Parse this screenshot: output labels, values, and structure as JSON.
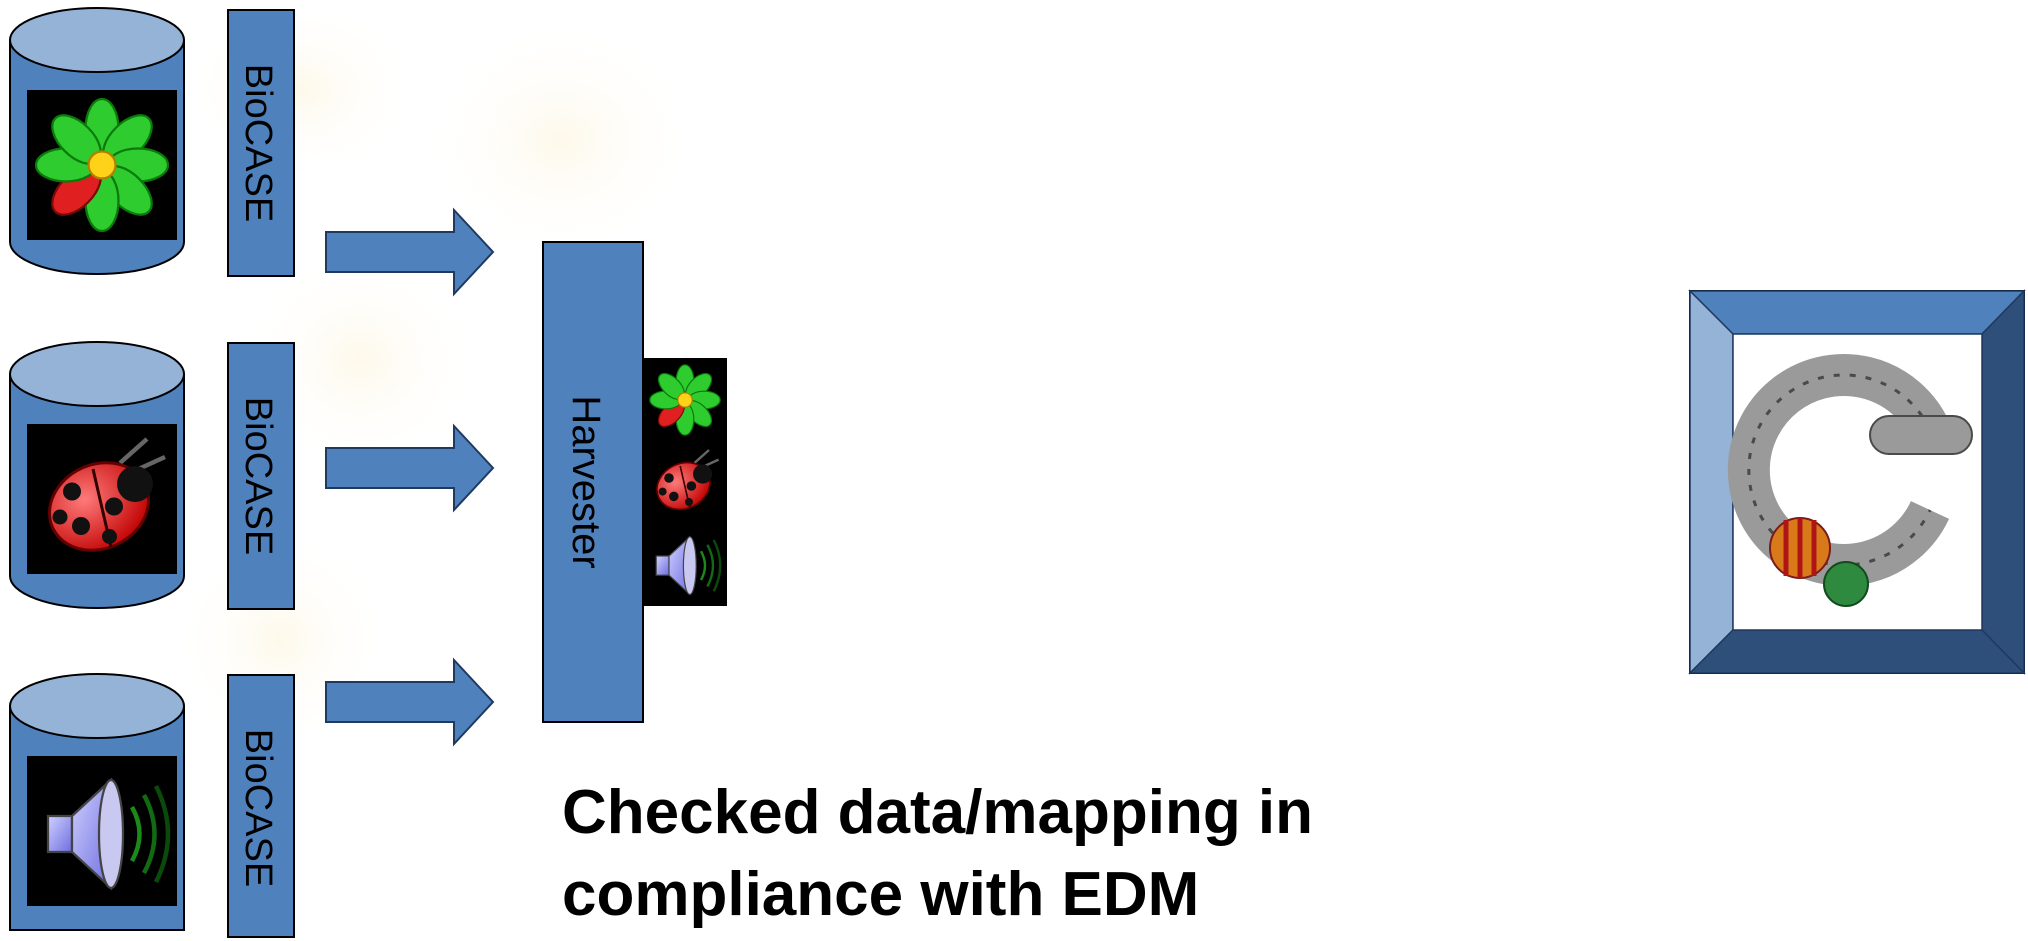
{
  "sources": [
    {
      "label": "BioCASE",
      "icon": "flower-icon"
    },
    {
      "label": "BioCASE",
      "icon": "ladybug-icon"
    },
    {
      "label": "BioCASE",
      "icon": "speaker-icon"
    }
  ],
  "harvester": {
    "label": "Harvester"
  },
  "caption": {
    "line1": "Checked data/mapping in",
    "line2": "compliance with EDM"
  },
  "target": {
    "icon": "europeana-logo-icon"
  },
  "colors": {
    "accent": "#4f81bd",
    "accent_light": "#95b3d7",
    "frame_dark": "#2e4f7a",
    "frame_light": "#8eaadb"
  }
}
